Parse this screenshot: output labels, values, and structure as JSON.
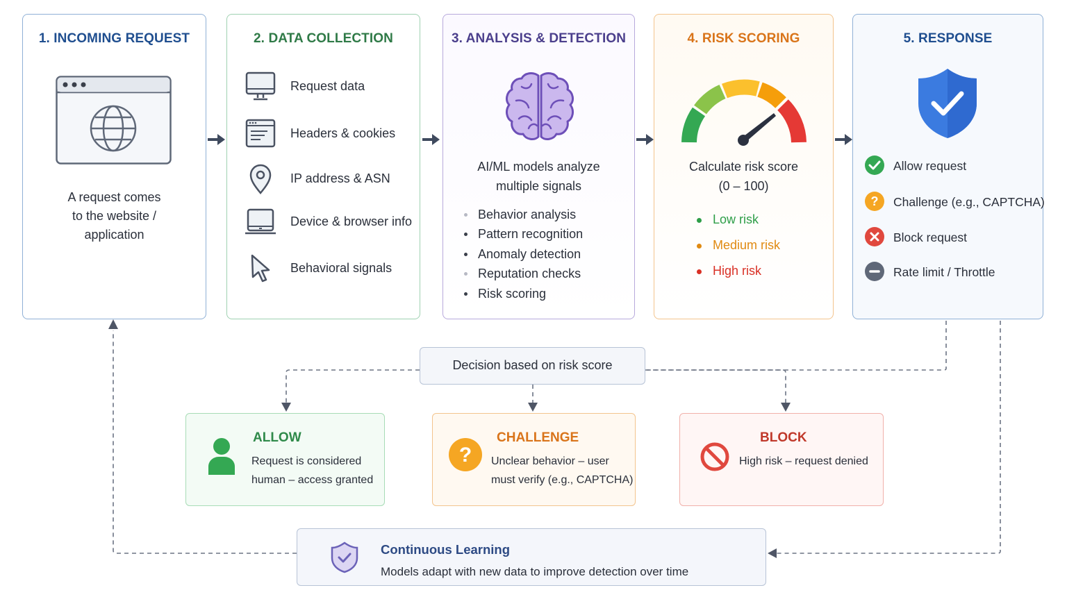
{
  "stages": {
    "incoming": {
      "title": "1. INCOMING REQUEST",
      "description_lines": [
        "A request comes",
        "to the website /",
        "application"
      ],
      "icons": [
        "browser-window-icon",
        "globe-icon"
      ]
    },
    "collection": {
      "title": "2. DATA COLLECTION",
      "items": [
        {
          "label": "Request data",
          "icon": "monitor-icon"
        },
        {
          "label": "Headers & cookies",
          "icon": "browser-document-icon"
        },
        {
          "label": "IP address & ASN",
          "icon": "location-pin-icon"
        },
        {
          "label": "Device & browser info",
          "icon": "laptop-icon"
        },
        {
          "label": "Behavioral signals",
          "icon": "cursor-icon"
        }
      ]
    },
    "analysis": {
      "title": "3. ANALYSIS & DETECTION",
      "icon": "brain-icon",
      "description_lines": [
        "AI/ML models analyze",
        "multiple signals"
      ],
      "bullets": [
        "Behavior analysis",
        "Pattern recognition",
        "Anomaly detection",
        "Reputation checks",
        "Risk scoring"
      ]
    },
    "scoring": {
      "title": "4. RISK SCORING",
      "icon": "gauge-icon",
      "description_lines": [
        "Calculate risk score",
        "(0 – 100)"
      ],
      "levels": [
        {
          "label": "Low risk",
          "color": "#2e9e48"
        },
        {
          "label": "Medium risk",
          "color": "#e08a12"
        },
        {
          "label": "High risk",
          "color": "#d93025"
        }
      ]
    },
    "response": {
      "title": "5. RESPONSE",
      "icon": "shield-check-icon",
      "items": [
        {
          "label": "Allow request",
          "icon": "check-circle-icon",
          "color": "#34a853"
        },
        {
          "label": "Challenge (e.g., CAPTCHA)",
          "icon": "question-circle-icon",
          "color": "#f5a623"
        },
        {
          "label": "Block request",
          "icon": "x-circle-icon",
          "color": "#e0483e"
        },
        {
          "label": "Rate limit / Throttle",
          "icon": "minus-circle-icon",
          "color": "#5f6878"
        }
      ]
    }
  },
  "decision": {
    "label": "Decision based on risk score"
  },
  "outcomes": {
    "allow": {
      "title": "ALLOW",
      "lines": [
        "Request is considered",
        "human – access granted"
      ],
      "icon": "user-icon",
      "color": "#2f8a4a"
    },
    "challenge": {
      "title": "CHALLENGE",
      "lines": [
        "Unclear behavior – user",
        "must verify (e.g., CAPTCHA)"
      ],
      "icon": "question-circle-icon",
      "color": "#d9741a"
    },
    "block": {
      "title": "BLOCK",
      "lines": [
        "High risk – request denied"
      ],
      "icon": "prohibited-icon",
      "color": "#c0392b"
    }
  },
  "learning": {
    "title": "Continuous Learning",
    "text": "Models adapt with new data to improve detection over time",
    "icon": "shield-check-icon"
  }
}
